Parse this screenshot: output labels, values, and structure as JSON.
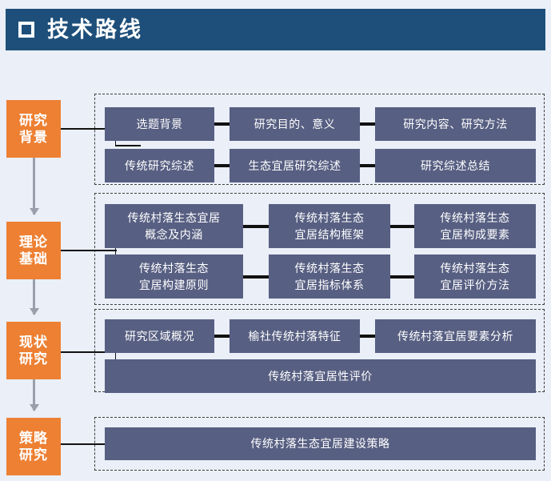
{
  "header": {
    "icon": "square-outline-icon",
    "title": "技术路线",
    "bg_color": "#1e4f7a",
    "text_color": "#ffffff"
  },
  "colors": {
    "background": "#eaeff8",
    "phase_box": "#ed8033",
    "node_box": "#575f82",
    "connector": "#111111",
    "arrow": "#9aa0ab",
    "group_border": "#3d3d3d"
  },
  "phases": [
    {
      "id": "research-background",
      "line1": "研究",
      "line2": "背景"
    },
    {
      "id": "theoretical-basis",
      "line1": "理论",
      "line2": "基础"
    },
    {
      "id": "status-research",
      "line1": "现状",
      "line2": "研究"
    },
    {
      "id": "strategy-research",
      "line1": "策略",
      "line2": "研究"
    }
  ],
  "groups": [
    {
      "id": "group-research-background",
      "rows": [
        {
          "nodes": [
            {
              "text": "选题背景"
            },
            {
              "text": "研究目的、意义"
            },
            {
              "text": "研究内容、研究方法"
            }
          ]
        },
        {
          "nodes": [
            {
              "text": "传统研究综述"
            },
            {
              "text": "生态宜居研究综述"
            },
            {
              "text": "研究综述总结"
            }
          ]
        }
      ]
    },
    {
      "id": "group-theoretical-basis",
      "rows": [
        {
          "nodes": [
            {
              "line1": "传统村落生态宜居",
              "line2": "概念及内涵"
            },
            {
              "line1": "传统村落生态",
              "line2": "宜居结构框架"
            },
            {
              "line1": "传统村落生态",
              "line2": "宜居构成要素"
            }
          ]
        },
        {
          "nodes": [
            {
              "line1": "传统村落生态",
              "line2": "宜居构建原则"
            },
            {
              "line1": "传统村落生态",
              "line2": "宜居指标体系"
            },
            {
              "line1": "传统村落生态",
              "line2": "宜居评价方法"
            }
          ]
        }
      ]
    },
    {
      "id": "group-status-research",
      "rows": [
        {
          "nodes": [
            {
              "text": "研究区域概况"
            },
            {
              "text": "榆社传统村落特征"
            },
            {
              "text": "传统村落宜居要素分析"
            }
          ]
        },
        {
          "nodes": [
            {
              "text": "传统村落宜居性评价"
            }
          ]
        }
      ]
    },
    {
      "id": "group-strategy-research",
      "rows": [
        {
          "nodes": [
            {
              "text": "传统村落生态宜居建设策略"
            }
          ]
        }
      ]
    }
  ]
}
